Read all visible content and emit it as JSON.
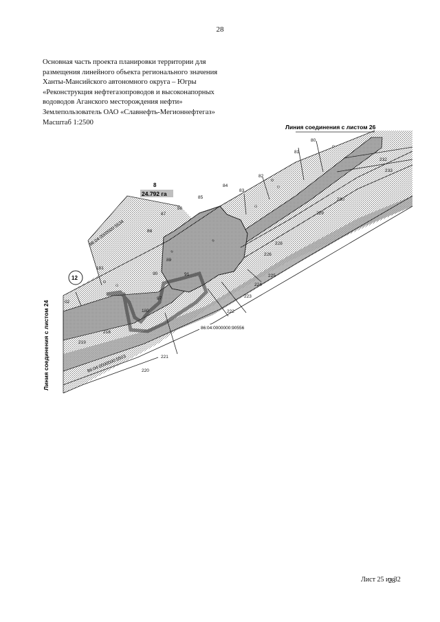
{
  "page": {
    "number": "28"
  },
  "header": {
    "lines": [
      "Основная часть проекта планировки территории для",
      "размещения линейного объекта регионального значения",
      "Ханты-Мансийского автономного округа – Югры",
      "«Реконструкция нефтегазопроводов и высоконапорных",
      "водоводов Аганского месторождения нефти»",
      "Землепользователь ОАО «Славнефть-Мегионнефтегаз»",
      "Масштаб 1:2500"
    ]
  },
  "map": {
    "join_label_top": "Линия соединения с листом 26",
    "join_label_left": "Линия соединения с листом 24",
    "parcel_number": "8",
    "parcel_area": "24.792 га",
    "marker_number": "12",
    "cadastre_labels": [
      "86:04:0000000:5534",
      "86:04:0000000:5503",
      "86:04:0000000:90556"
    ],
    "point_labels": [
      "80",
      "81",
      "82",
      "83",
      "84",
      "85",
      "86",
      "87",
      "88",
      "89",
      "90",
      "91",
      "97",
      "180",
      "181",
      "218",
      "219",
      "220",
      "221",
      "222",
      "223",
      "224",
      "225",
      "226",
      "228",
      "229",
      "230",
      "232",
      "233",
      "02"
    ]
  },
  "footer": {
    "sheet": "Лист 25 из 32",
    "overlap_number": "28"
  }
}
